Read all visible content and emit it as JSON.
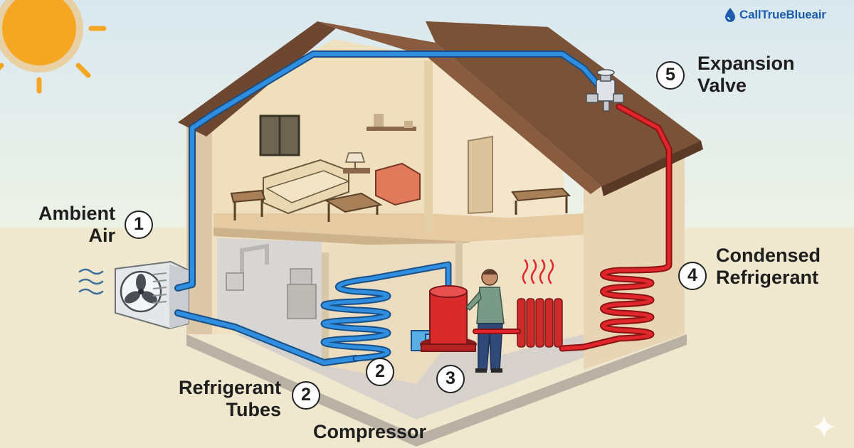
{
  "brand": {
    "name": "CallTrueBlueair",
    "color": "#1d5fae"
  },
  "colors": {
    "cold_line": "#2f8ee0",
    "hot_line": "#e0262b",
    "roof": "#7a5238",
    "wall": "#f1e2c4",
    "sky": "#dbe9ef",
    "ground": "#efe8cf"
  },
  "labels": {
    "ambient_air": [
      "Ambient",
      "Air"
    ],
    "refrigerant_tubes": [
      "Refrigerant",
      "Tubes"
    ],
    "compressor": "Compressor",
    "condensed_refrigerant": [
      "Condensed",
      "Refrigerant"
    ],
    "expansion_valve": [
      "Expansion",
      "Valve"
    ]
  },
  "badges": {
    "one": "1",
    "two_a": "2",
    "two_b": "2",
    "three": "3",
    "four": "4",
    "five": "5"
  },
  "icons": [
    "sun-icon",
    "droplet-icon",
    "fan-icon",
    "sparkle-icon",
    "heat-waves-icon"
  ]
}
